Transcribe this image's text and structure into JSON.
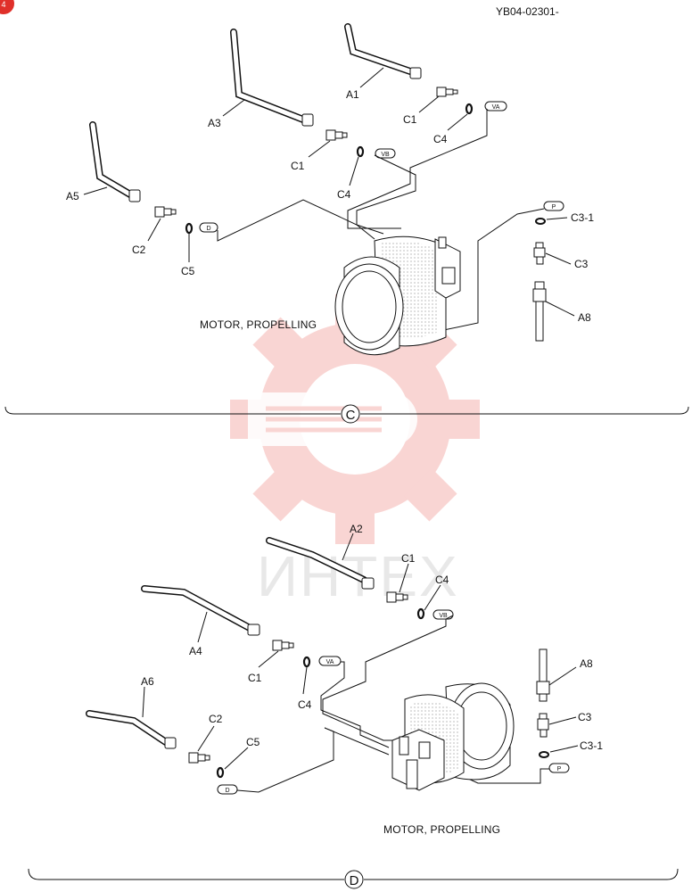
{
  "doc_code": "YB04-02301-",
  "watermark": {
    "text": "ИНТЕХ",
    "color": "#e8433a"
  },
  "corner_badge": "4",
  "view_c": {
    "section": "C",
    "caption": "MOTOR, PROPELLING",
    "labels": {
      "a1": "A1",
      "a3": "A3",
      "a5": "A5",
      "c1_top": "C1",
      "c1_mid": "C1",
      "c2": "C2",
      "c4_top": "C4",
      "c4_mid": "C4",
      "c5": "C5",
      "c3": "C3",
      "c3_1": "C3-1",
      "a8": "A8"
    },
    "ports": {
      "va": "VA",
      "vb": "VB",
      "d": "D",
      "p": "P"
    }
  },
  "view_d": {
    "section": "D",
    "caption": "MOTOR, PROPELLING",
    "labels": {
      "a2": "A2",
      "a4": "A4",
      "a6": "A6",
      "c1_top": "C1",
      "c1_mid": "C1",
      "c2": "C2",
      "c4_top": "C4",
      "c4_mid": "C4",
      "c5": "C5",
      "c3": "C3",
      "c3_1": "C3-1",
      "a8": "A8"
    },
    "ports": {
      "vb": "VB",
      "va": "VA",
      "d": "D",
      "p": "P"
    }
  }
}
